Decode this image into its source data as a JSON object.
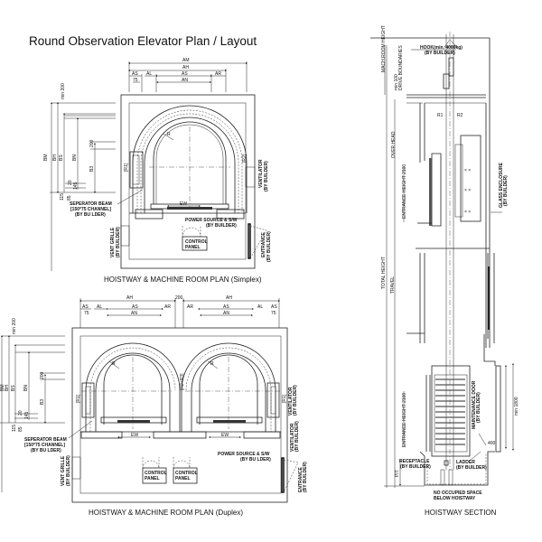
{
  "title": "Round Observation Elevator Plan / Layout",
  "captions": {
    "simplex": "HOISTWAY & MACHINE ROOM PLAN (Simplex)",
    "duplex": "HOISTWAY & MACHINE ROOM PLAN (Duplex)",
    "section": "HOISTWAY SECTION"
  },
  "simplex": {
    "top_dims": {
      "am": "AM",
      "ah": "AH",
      "as": "AS",
      "al": "AL",
      "ar": "AR",
      "an": "AN",
      "d75": "75"
    },
    "side_dims": {
      "min200": "min 200",
      "bm": "BM",
      "bh": "BH",
      "bs": "BS",
      "bn": "BN",
      "b3": "B3",
      "d200": "200",
      "d20": "20",
      "d145": "145",
      "d115": "115",
      "d85": "85"
    },
    "radius": "R",
    "ew": "EW",
    "r1": "[R1]",
    "r2": "[R2]",
    "separator_beam": [
      "SEPERATOR BEAM",
      "[150*75 CHANNEL]",
      "(BY BU LDER)"
    ],
    "vent_grille": [
      "VENT GRILLE",
      "(BY BUILDER)"
    ],
    "ventilator": [
      "VENTILATOR",
      "(BY BUILDER)"
    ],
    "power_source": [
      "POWER SOURCE & S/W",
      "(BY BUILDER)"
    ],
    "entrance": [
      "ENTRANCE",
      "(BY BUILDER)"
    ],
    "control_panel": [
      "CONTROL",
      "PANEL"
    ]
  },
  "duplex": {
    "top_dims": {
      "ah": "AH",
      "as": "AS",
      "al": "AL",
      "ar": "AR",
      "an": "AN",
      "d75": "75",
      "d200": "200"
    },
    "side_dims": {
      "min200": "min 200",
      "bm": "BM",
      "bh": "BH",
      "bs": "BS",
      "bn": "BN",
      "b3": "B3",
      "d200": "200",
      "d20": "20",
      "d145": "145",
      "d115": "115",
      "d85": "85"
    },
    "radius": "R",
    "ew": "EW",
    "r1": "[R1]",
    "r2": "[R2+R3]",
    "separator_beam": [
      "SEPERATOR BEAM",
      "[150*75 CHANNEL]",
      "(BY BU LDER)"
    ],
    "vent_grille": [
      "VENT GRILLE",
      "(BY BUILDER)"
    ],
    "ventilator": [
      "VENTILATOR",
      "(BY BUILDER)"
    ],
    "power_source": [
      "POWER SOURCE & S/W",
      "(BY BU LDER)"
    ],
    "entrance": [
      "ENTRANCE",
      "(BY BUILDER)"
    ],
    "control_panels": [
      [
        "CONTROL",
        "PANEL"
      ],
      [
        "CONTROL",
        "PANEL"
      ]
    ]
  },
  "section": {
    "hook": [
      "HOOK(min. 4000kg)",
      "(BY BUILDER)"
    ],
    "mach_room_height": "MACH.ROOM HEIGHT",
    "min_100": [
      "min 100",
      "DRIVE BOUNDARIES"
    ],
    "r1": "R1",
    "r2": "R2",
    "over_head": "OVER HEAD",
    "entrance_height_top": "ENTRANCE HEIGHT 2100",
    "glass_enclosure": [
      "GLASS ENCLOSURE",
      "(BY BUILDER)"
    ],
    "total_height": "TOTAL HEIGHT",
    "travel": "TRAVEL",
    "entrance_height_bottom": "ENTRANCE HEIGHT 2100",
    "maintenance_door": [
      "MAINTENANCE DOOR",
      "(BY BUILDER)"
    ],
    "min_1800": "min 1800",
    "d400": "400",
    "receptacle": [
      "RECEPTACLE",
      "(BY BUILDER)"
    ],
    "ladder": [
      "LADDER",
      "(BY BUILDER)"
    ],
    "pit": "PIT",
    "no_occupied": [
      "NO OCCUPIED SPACE",
      "BELOW HOISTWAY"
    ]
  }
}
